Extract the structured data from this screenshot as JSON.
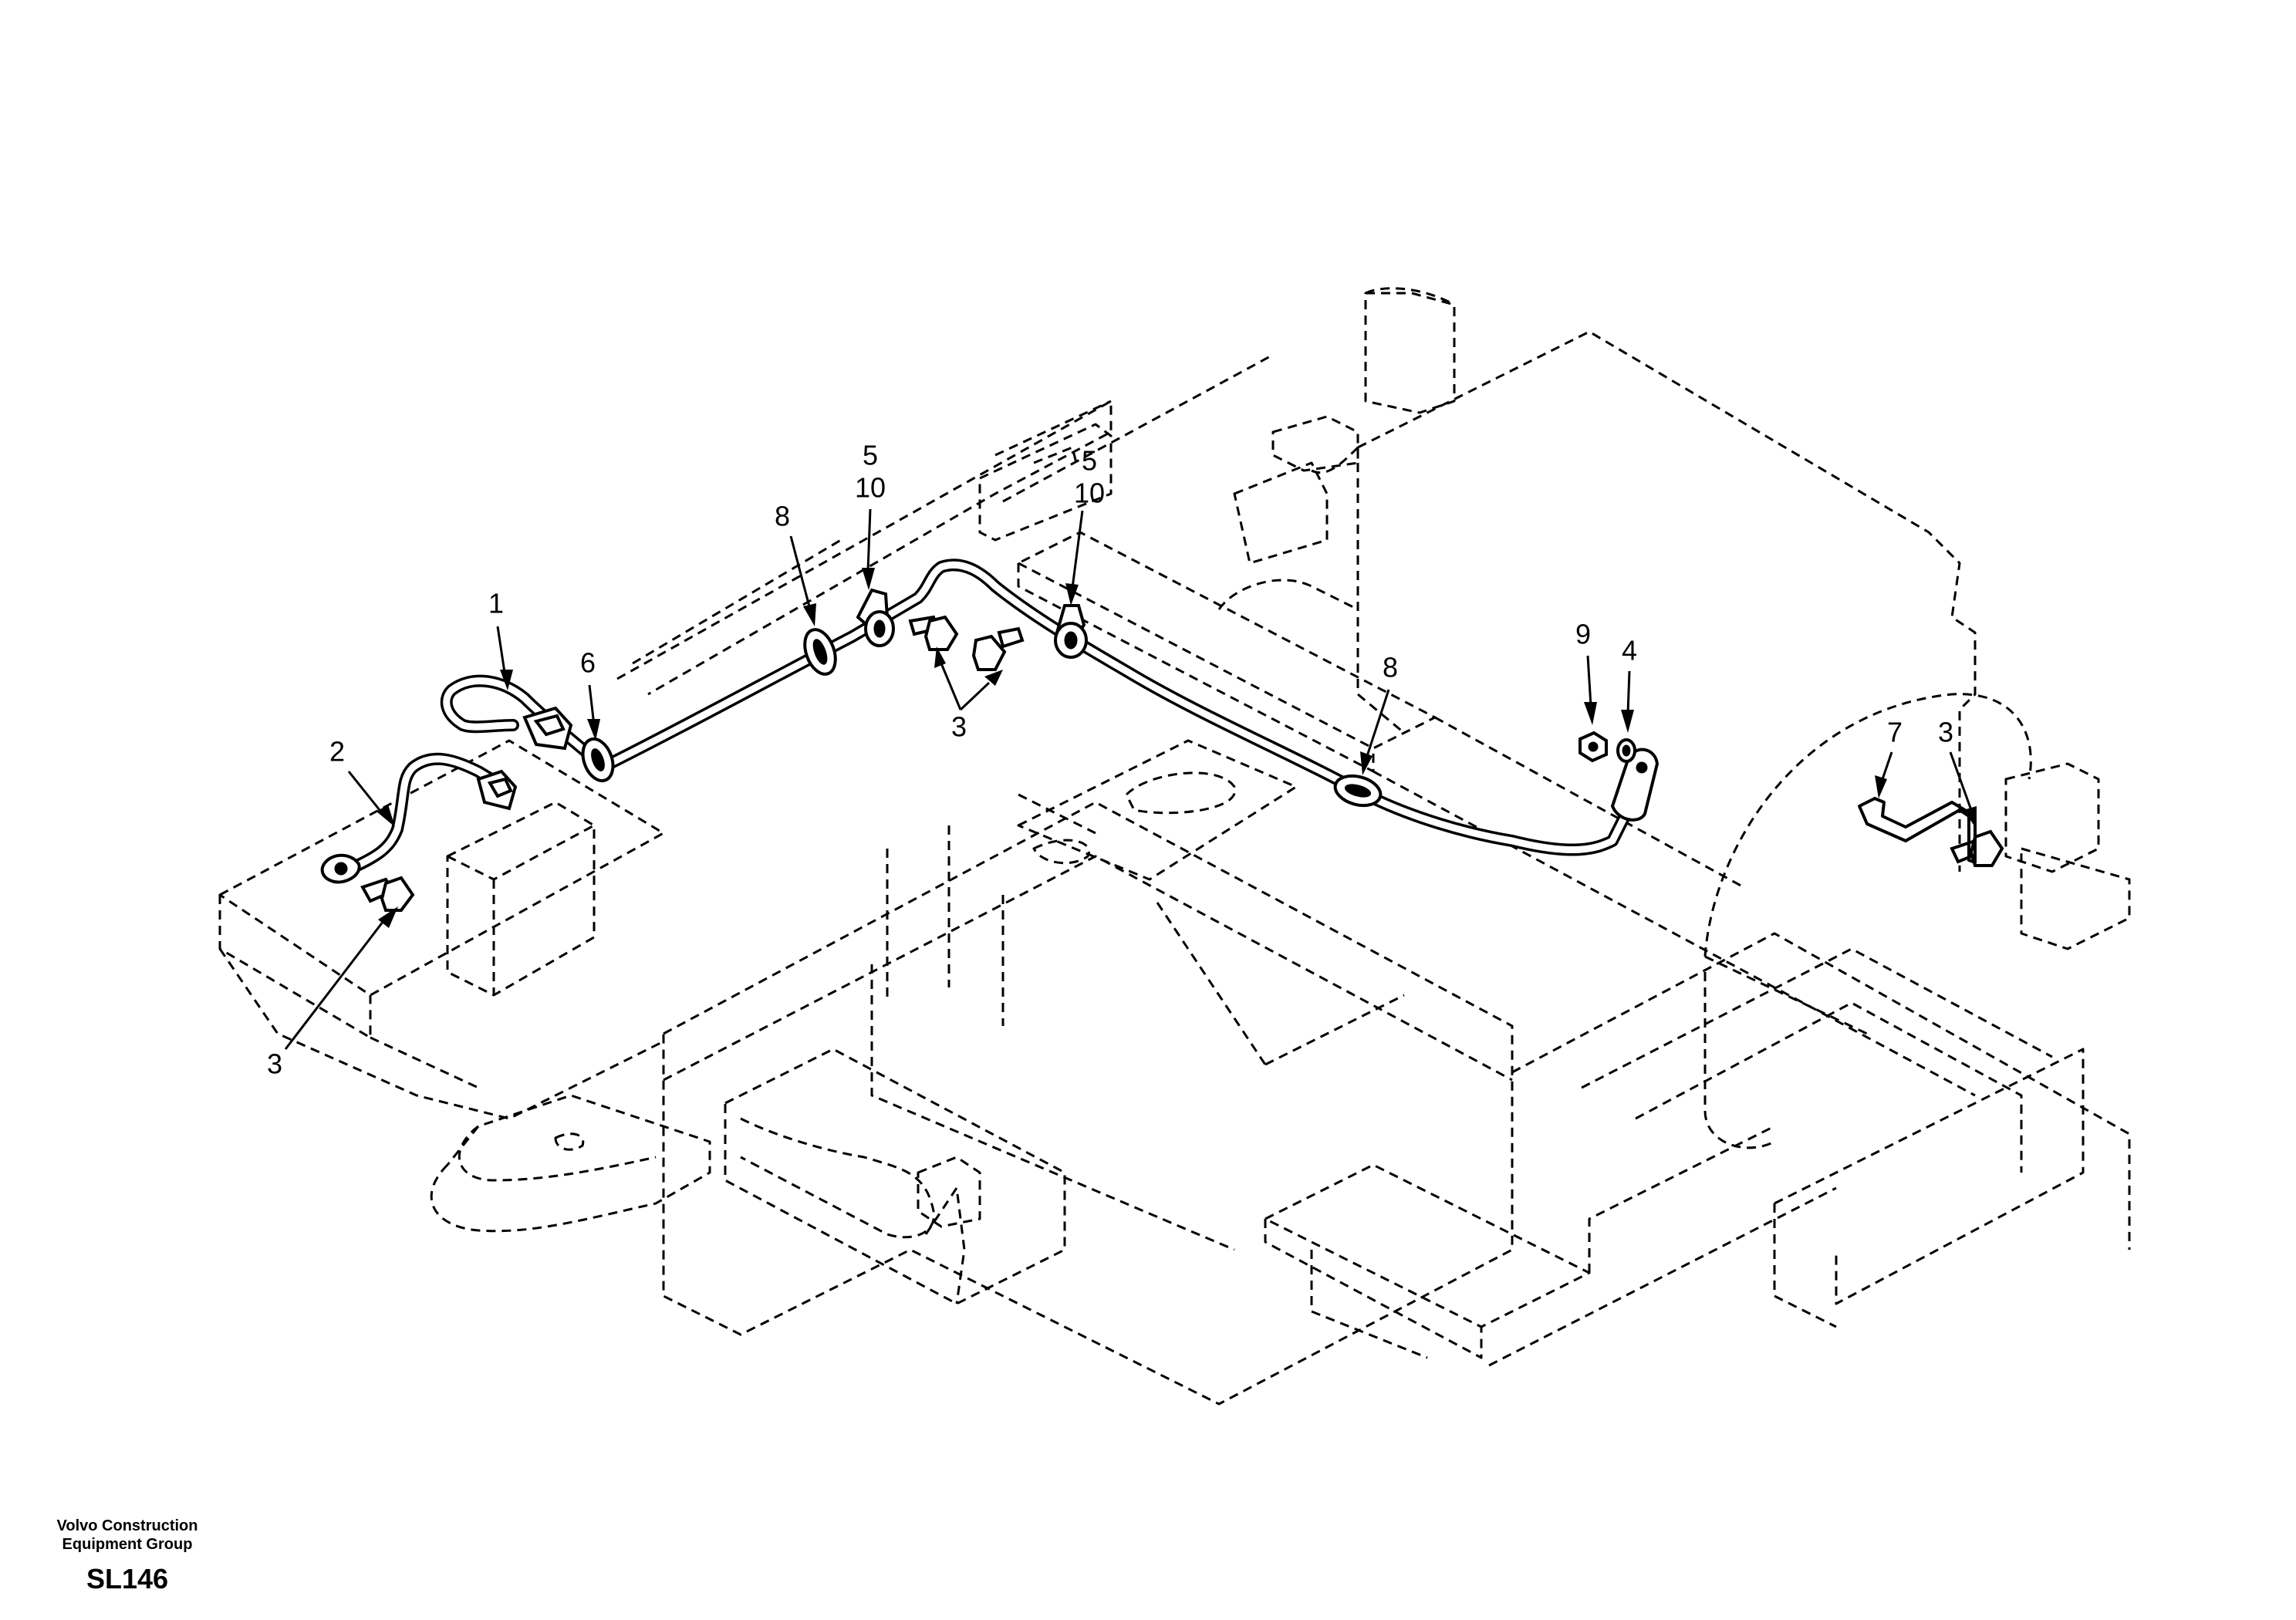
{
  "callouts": {
    "c1": "1",
    "c2": "2",
    "c3a": "3",
    "c3b": "3",
    "c3c": "3",
    "c4": "4",
    "c5a": "5",
    "c5b": "5",
    "c6": "6",
    "c7": "7",
    "c8a": "8",
    "c8b": "8",
    "c9": "9",
    "c10a": "10",
    "c10b": "10"
  },
  "footer": {
    "org_line1": "Volvo Construction",
    "org_line2": "Equipment Group",
    "code": "SL146"
  }
}
